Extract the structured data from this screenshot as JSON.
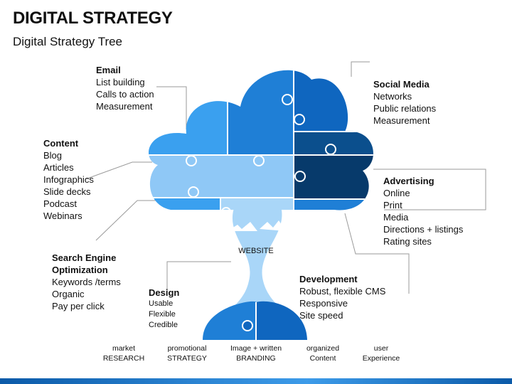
{
  "title": "DIGITAL STRATEGY",
  "subtitle": "Digital Strategy Tree",
  "center_label": "WEBSITE",
  "blocks": {
    "email": {
      "heading": "Email",
      "items": [
        "List building",
        "Calls to action",
        "Measurement"
      ]
    },
    "social_media": {
      "heading": "Social Media",
      "items": [
        "Networks",
        "Public relations",
        "Measurement"
      ]
    },
    "content": {
      "heading": "Content",
      "items": [
        "Blog",
        "Articles",
        "Infographics",
        "Slide decks",
        "Podcast",
        "Webinars"
      ]
    },
    "advertising": {
      "heading": "Advertising",
      "items": [
        "Online",
        "Print",
        "Media",
        "Directions + listings",
        "Rating sites"
      ]
    },
    "seo": {
      "heading_line1": "Search Engine",
      "heading_line2": "Optimization",
      "items": [
        "Keywords /terms",
        "Organic",
        "Pay  per click"
      ]
    },
    "design": {
      "heading": "Design",
      "items": [
        "Usable",
        "Flexible",
        "Credible"
      ]
    },
    "development": {
      "heading": "Development",
      "items": [
        "Robust, flexible CMS",
        "Responsive",
        "Site speed"
      ]
    }
  },
  "footer": [
    {
      "line1": "market",
      "line2": "RESEARCH"
    },
    {
      "line1": "promotional",
      "line2": "STRATEGY"
    },
    {
      "line1": "Image + written",
      "line2": "BRANDING"
    },
    {
      "line1": "organized",
      "line2": "Content"
    },
    {
      "line1": "user",
      "line2": "Experience"
    }
  ],
  "colors": {
    "light_blue": "#8fc8f6",
    "mid_blue": "#3aa0ef",
    "blue": "#1f7fd6",
    "deep_blue": "#0f66bf",
    "navy": "#0b4f8d",
    "dark_navy": "#073a6b",
    "connector": "#9a9a9a"
  }
}
